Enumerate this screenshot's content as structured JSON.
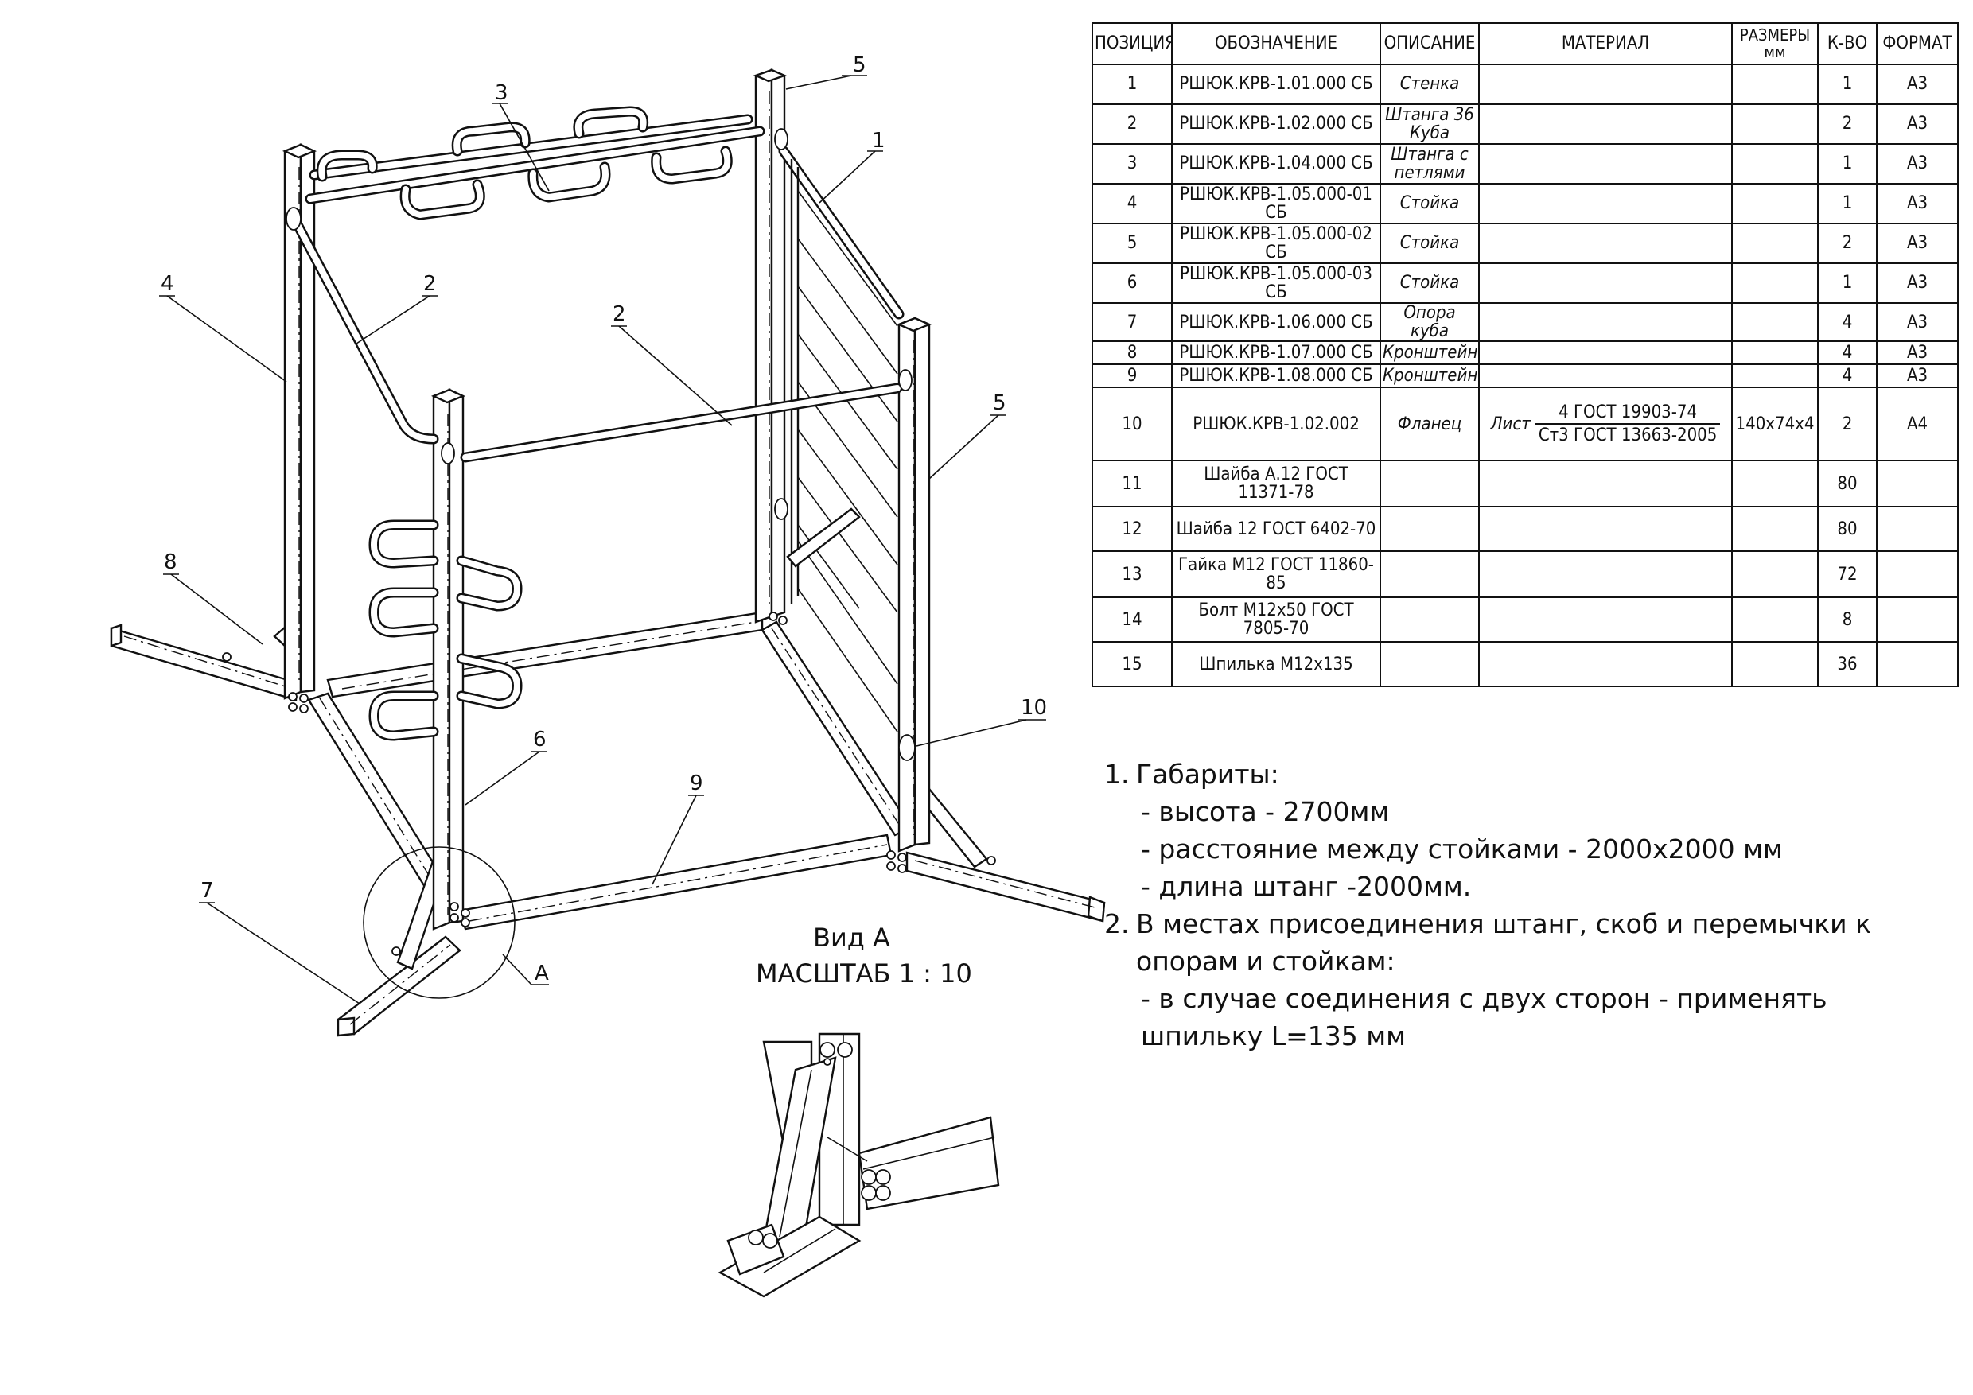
{
  "bom": {
    "headers": [
      "ПОЗИЦИЯ",
      "ОБОЗНАЧЕНИЕ",
      "ОПИСАНИЕ",
      "МАТЕРИАЛ",
      "РАЗМЕРЫ мм",
      "К-ВО",
      "ФОРМАТ"
    ],
    "rows": [
      {
        "pos": "1",
        "designation": "РШЮК.КРВ-1.01.000 СБ",
        "description": "Стенка",
        "material": "",
        "size": "",
        "qty": "1",
        "format": "А3"
      },
      {
        "pos": "2",
        "designation": "РШЮК.КРВ-1.02.000 СБ",
        "description": "Штанга 36 Куба",
        "material": "",
        "size": "",
        "qty": "2",
        "format": "А3"
      },
      {
        "pos": "3",
        "designation": "РШЮК.КРВ-1.04.000 СБ",
        "description": "Штанга с петлями",
        "material": "",
        "size": "",
        "qty": "1",
        "format": "А3"
      },
      {
        "pos": "4",
        "designation": "РШЮК.КРВ-1.05.000-01 СБ",
        "description": "Стойка",
        "material": "",
        "size": "",
        "qty": "1",
        "format": "А3"
      },
      {
        "pos": "5",
        "designation": "РШЮК.КРВ-1.05.000-02 СБ",
        "description": "Стойка",
        "material": "",
        "size": "",
        "qty": "2",
        "format": "А3"
      },
      {
        "pos": "6",
        "designation": "РШЮК.КРВ-1.05.000-03 СБ",
        "description": "Стойка",
        "material": "",
        "size": "",
        "qty": "1",
        "format": "А3"
      },
      {
        "pos": "7",
        "designation": "РШЮК.КРВ-1.06.000 СБ",
        "description": "Опора куба",
        "material": "",
        "size": "",
        "qty": "4",
        "format": "А3"
      },
      {
        "pos": "8",
        "designation": "РШЮК.КРВ-1.07.000 СБ",
        "description": "Кронштейн",
        "material": "",
        "size": "",
        "qty": "4",
        "format": "А3"
      },
      {
        "pos": "9",
        "designation": "РШЮК.КРВ-1.08.000 СБ",
        "description": "Кронштейн",
        "material": "",
        "size": "",
        "qty": "4",
        "format": "А3"
      },
      {
        "pos": "10",
        "designation": "РШЮК.КРВ-1.02.002",
        "description": "Фланец",
        "material_prefix": "Лист",
        "material_num": "4 ГОСТ 19903-74",
        "material_den": "Ст3 ГОСТ 13663-2005",
        "size": "140х74х4",
        "qty": "2",
        "format": "А4"
      },
      {
        "pos": "11",
        "designation": "Шайба А.12 ГОСТ 11371-78",
        "description": "",
        "material": "",
        "size": "",
        "qty": "80",
        "format": ""
      },
      {
        "pos": "12",
        "designation": "Шайба 12 ГОСТ 6402-70",
        "description": "",
        "material": "",
        "size": "",
        "qty": "80",
        "format": ""
      },
      {
        "pos": "13",
        "designation": "Гайка М12 ГОСТ 11860-85",
        "description": "",
        "material": "",
        "size": "",
        "qty": "72",
        "format": ""
      },
      {
        "pos": "14",
        "designation": "Болт М12х50 ГОСТ 7805-70",
        "description": "",
        "material": "",
        "size": "",
        "qty": "8",
        "format": ""
      },
      {
        "pos": "15",
        "designation": "Шпилька М12х135",
        "description": "",
        "material": "",
        "size": "",
        "qty": "36",
        "format": ""
      }
    ]
  },
  "notes": [
    {
      "number": "1.",
      "text": "Габариты:",
      "subs": [
        "- высота - 2700мм",
        "- расстояние между стойками - 2000х2000 мм",
        "- длина штанг -2000мм."
      ]
    },
    {
      "number": "2.",
      "text": "В местах присоединения штанг, скоб и перемычки к опорам и стойкам:",
      "subs": [
        "- в случае соединения с двух сторон - применять шпильку L=135 мм"
      ]
    }
  ],
  "drawing": {
    "callouts": [
      "1",
      "2",
      "2",
      "3",
      "4",
      "5",
      "5",
      "6",
      "7",
      "8",
      "9",
      "10"
    ],
    "detail_marker": "A",
    "view_title": "Вид А",
    "view_scale": "МАСШТАБ 1 : 10"
  }
}
